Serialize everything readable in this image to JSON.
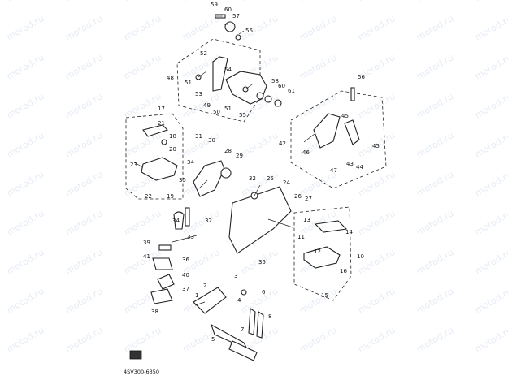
{
  "watermark": "motod.ru",
  "diagram_code": "4SV300-6350",
  "callouts": [
    "59",
    "60",
    "57",
    "56",
    "52",
    "53",
    "54",
    "48",
    "51",
    "49",
    "50",
    "51",
    "55",
    "58",
    "60",
    "61",
    "56",
    "45",
    "42",
    "46",
    "47",
    "43",
    "44",
    "45",
    "17",
    "21",
    "18",
    "20",
    "23",
    "22",
    "19",
    "31",
    "30",
    "28",
    "29",
    "34",
    "35",
    "32",
    "33",
    "32",
    "25",
    "24",
    "26",
    "27",
    "39",
    "41",
    "40",
    "36",
    "37",
    "38",
    "34",
    "13",
    "11",
    "12",
    "14",
    "10",
    "16",
    "15",
    "2",
    "1",
    "3",
    "4",
    "6",
    "7",
    "8",
    "5",
    "35"
  ]
}
